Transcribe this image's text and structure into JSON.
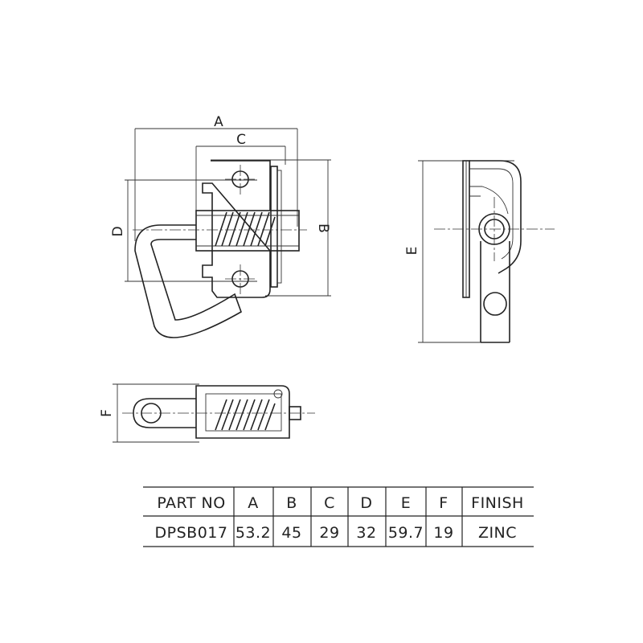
{
  "drawing": {
    "dimension_labels": {
      "A": "A",
      "B": "B",
      "C": "C",
      "D": "D",
      "E": "E",
      "F": "F"
    }
  },
  "spec_table": {
    "headers": [
      "PART NO",
      "A",
      "B",
      "C",
      "D",
      "E",
      "F",
      "FINISH"
    ],
    "rows": [
      [
        "DPSB017",
        "53.2",
        "45",
        "29",
        "32",
        "59.7",
        "19",
        "ZINC"
      ]
    ]
  }
}
